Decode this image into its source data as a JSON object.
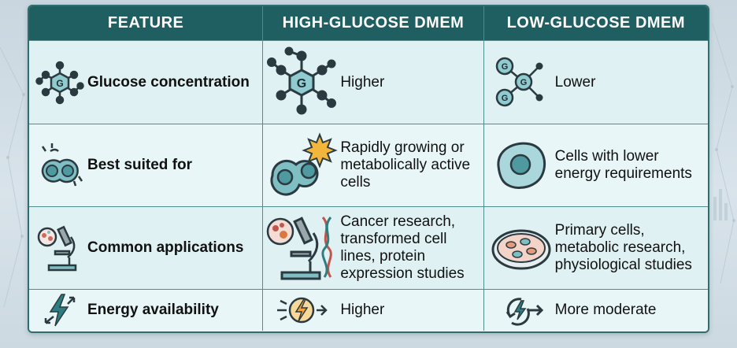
{
  "headers": {
    "feature": "FEATURE",
    "high": "HIGH-GLUCOSE DMEM",
    "low": "LOW-GLUCOSE DMEM"
  },
  "rows": [
    {
      "feature": "Glucose concentration",
      "high": "Higher",
      "low": "Lower",
      "icons": [
        "glucose-molecule-icon",
        "glucose-molecule-large-icon",
        "glucose-chain-icon"
      ]
    },
    {
      "feature": "Best suited for",
      "high": "Rapidly growing or metabolically active cells",
      "low": "Cells with lower energy requirements",
      "icons": [
        "dividing-cell-icon",
        "active-dividing-cell-icon",
        "single-cell-icon"
      ]
    },
    {
      "feature": "Common applications",
      "high": "Cancer research, transformed cell lines, protein expression studies",
      "low": "Primary cells, metabolic research, physiological studies",
      "icons": [
        "microscope-icon",
        "microscope-dna-icon",
        "petri-dish-icon"
      ]
    },
    {
      "feature": "Energy availability",
      "high": "Higher",
      "low": "More moderate",
      "icons": [
        "lightning-arrows-icon",
        "energy-burst-icon",
        "cycle-energy-icon"
      ]
    }
  ],
  "colors": {
    "header_bg": "#1f5e61",
    "accent_teal": "#2e7d80",
    "cell_fill": "#7fbfc4",
    "energy_orange": "#f2a23a"
  }
}
